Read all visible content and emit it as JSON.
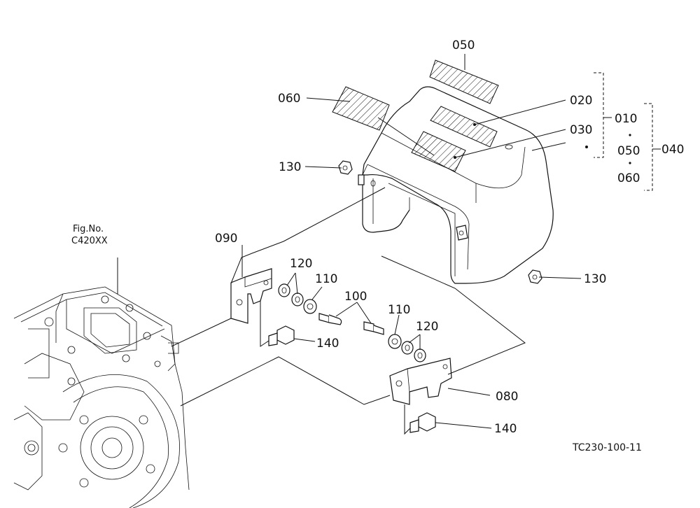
{
  "figure": {
    "fig_ref_label": "Fig.No.",
    "fig_ref_code": "C420XX",
    "drawing_code": "TC230-100-11"
  },
  "callouts": {
    "c010": "010",
    "c020": "020",
    "c030": "030",
    "c040": "040",
    "c050_top": "050",
    "c050_group": "050",
    "c060_left": "060",
    "c060_group": "060",
    "c080": "080",
    "c090": "090",
    "c100": "100",
    "c110_a": "110",
    "c110_b": "110",
    "c120_a": "120",
    "c120_b": "120",
    "c130_a": "130",
    "c130_b": "130",
    "c140_a": "140",
    "c140_b": "140"
  }
}
